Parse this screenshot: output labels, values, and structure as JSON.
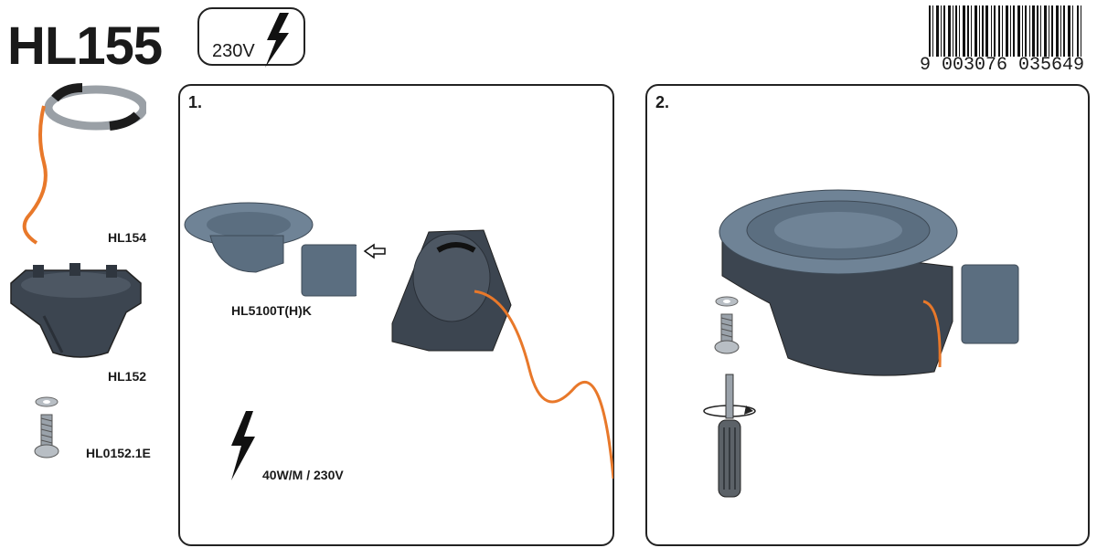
{
  "header": {
    "model": "HL155",
    "voltage": "230V",
    "barcode_number": "9 003076 035649"
  },
  "parts": [
    {
      "label": "HL154"
    },
    {
      "label": "HL152"
    },
    {
      "label": "HL0152.1E"
    }
  ],
  "steps": [
    {
      "number": "1.",
      "part_label": "HL5100T(H)K",
      "spec": "40W/M / 230V"
    },
    {
      "number": "2."
    }
  ],
  "icons": [
    "lightning-icon",
    "arrow-left-icon",
    "screwdriver-icon",
    "rotate-arrow-icon",
    "screw-icon",
    "washer-icon"
  ],
  "colors": {
    "cable": "#e8782a",
    "part": "#3c4550",
    "drain": "#5b6e80"
  }
}
